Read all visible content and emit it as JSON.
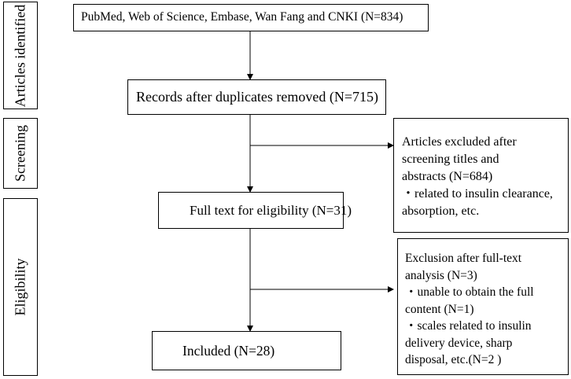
{
  "stages": {
    "identified": "Articles identified",
    "screening": "Screening",
    "eligibility": "Eligibility"
  },
  "boxes": {
    "sources": "PubMed, Web of Science, Embase, Wan Fang and CNKI (N=834)",
    "duplicates_removed": "Records after duplicates removed (N=715)",
    "full_text": "Full text for eligibility (N=31)",
    "included": "Included (N=28)"
  },
  "exclusion_screening": {
    "lines": [
      "Articles excluded after",
      "screening titles and",
      "abstracts (N=684)",
      "・related to insulin clearance,",
      "absorption, etc."
    ]
  },
  "exclusion_fulltext": {
    "lines": [
      "Exclusion after full-text",
      "analysis (N=3)",
      "・unable to obtain the full",
      "content (N=1)",
      "・scales related to insulin",
      "delivery device, sharp",
      "disposal, etc.(N=2 )"
    ]
  }
}
